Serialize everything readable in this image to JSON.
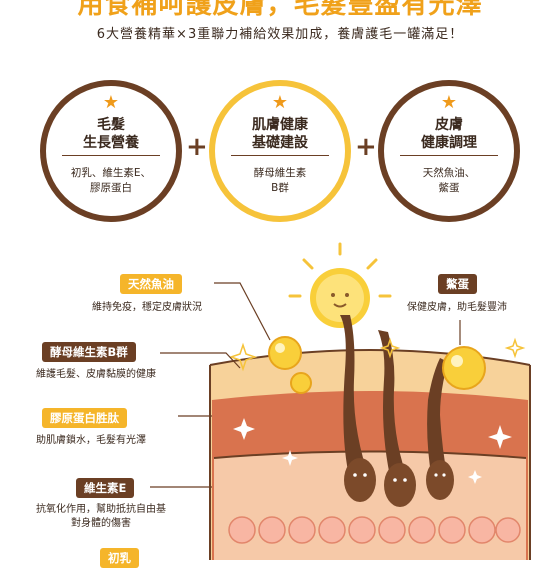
{
  "header": {
    "headline": "用食補呵護皮膚，毛髮豐盈有光澤",
    "subline": "6大營養精華×3重聯力補給效果加成，養膚護毛一罐滿足！"
  },
  "circles": [
    {
      "title_1": "毛髮",
      "title_2": "生長營養",
      "sub_1": "初乳、維生素E、",
      "sub_2": "膠原蛋白"
    },
    {
      "title_1": "肌膚健康",
      "title_2": "基礎建設",
      "sub_1": "酵母維生素",
      "sub_2": "B群"
    },
    {
      "title_1": "皮膚",
      "title_2": "健康調理",
      "sub_1": "天然魚油、",
      "sub_2": "鱉蛋"
    }
  ],
  "plus_sign": "+",
  "star_glyph": "★",
  "ingredients": [
    {
      "tag": "天然魚油",
      "desc_1": "維持免疫，穩定皮膚狀況"
    },
    {
      "tag": "鱉蛋",
      "desc_1": "保健皮膚，助毛髮豐沛"
    },
    {
      "tag": "酵母維生素B群",
      "desc_1": "維護毛髮、皮膚黏膜的健康"
    },
    {
      "tag": "膠原蛋白胜肽",
      "desc_1": "助肌膚鎖水，毛髮有光澤"
    },
    {
      "tag": "維生素E",
      "desc_1": "抗氧化作用，幫助抵抗自由基",
      "desc_2": "對身體的傷害"
    },
    {
      "tag": "初乳"
    }
  ],
  "colors": {
    "accent": "#f0a11a",
    "brown": "#6b3f24",
    "yellow": "#f6c33a"
  }
}
